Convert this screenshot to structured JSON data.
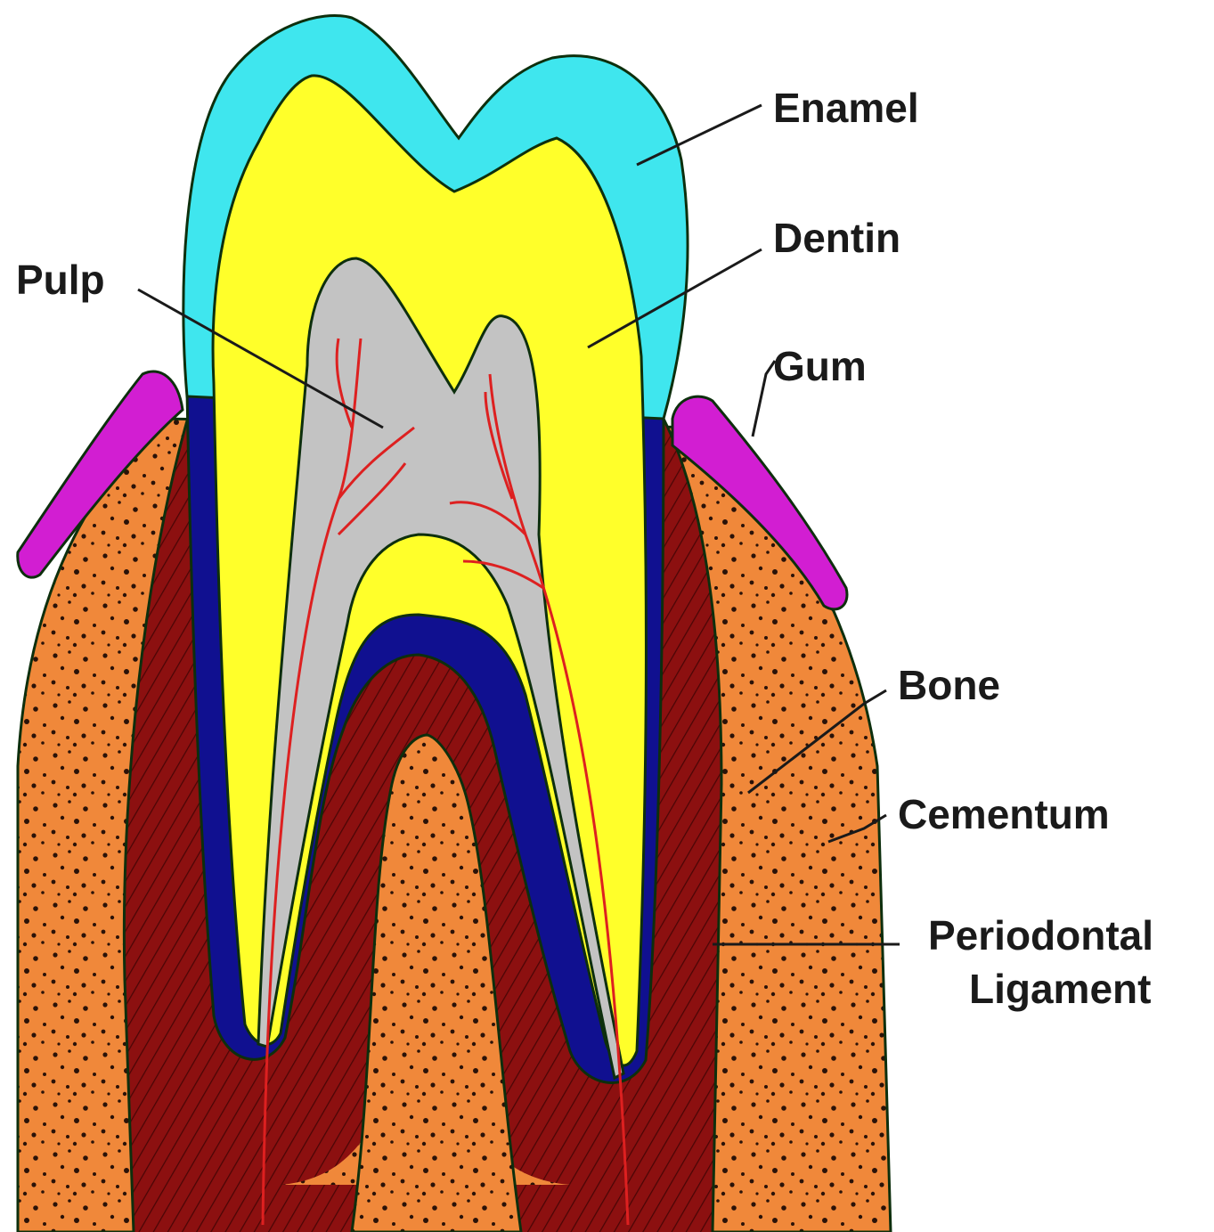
{
  "diagram": {
    "labels": {
      "enamel": "Enamel",
      "dentin": "Dentin",
      "pulp": "Pulp",
      "gum": "Gum",
      "bone": "Bone",
      "cementum": "Cementum",
      "periodontal_line1": "Periodontal",
      "periodontal_line2": "Ligament"
    },
    "colors": {
      "enamel": "#3fe6ee",
      "dentin": "#ffff2a",
      "pulp": "#c3c3c3",
      "gum": "#d21ed2",
      "bone": "#f0883a",
      "bone_speckle": "#2a1208",
      "periodontal_ligament": "#8c1010",
      "cementum": "#101090",
      "nerve": "#dd2020",
      "outline": "#0d2f0d"
    }
  }
}
